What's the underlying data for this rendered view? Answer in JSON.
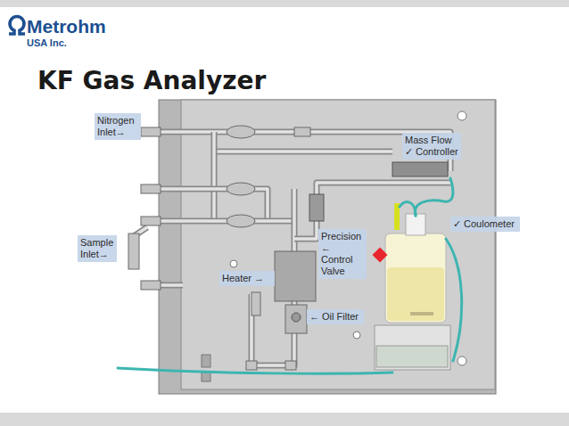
{
  "diagram": {
    "title": "KF Gas Analyzer",
    "nodes": [
      {
        "text": [
          "Nitrogen Inlet→"
        ]
      },
      {
        "text": [
          "Mass Flow ✓ Controller"
        ]
      },
      {
        "text": [
          "✓ Coulometer"
        ]
      },
      {
        "text": [
          "Sample Inlet→"
        ]
      },
      {
        "text": [
          "Precision ← Control Valve"
        ]
      },
      {
        "text": [
          "Heater →"
        ]
      },
      {
        "text": [
          "← Oil Filter"
        ]
      }
    ],
    "labels": [
      "Metrohm",
      "USA Inc."
    ]
  }
}
